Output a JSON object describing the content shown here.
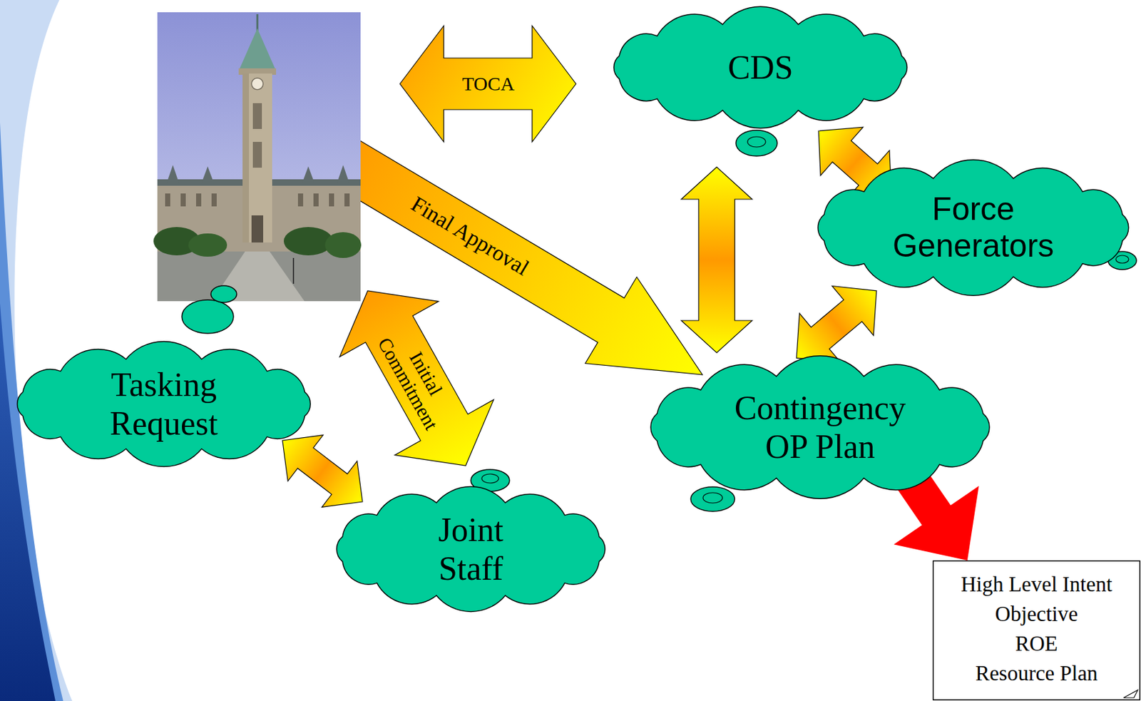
{
  "diagram": {
    "nodes": [
      {
        "text": [
          "CDS"
        ]
      },
      {
        "text": [
          "Force Generators"
        ]
      },
      {
        "text": [
          "Tasking Request"
        ]
      },
      {
        "text": [
          "Contingency OP Plan"
        ]
      },
      {
        "text": [
          "Joint Staff"
        ]
      },
      {
        "text": [
          "High Level Intent",
          "Objective",
          "ROE",
          "Resource Plan"
        ]
      }
    ],
    "edges": [
      {
        "from": 0,
        "to": 3,
        "arrow": "both"
      },
      {
        "from": 0,
        "to": 1,
        "arrow": "both"
      },
      {
        "from": 1,
        "to": 3,
        "arrow": "both"
      },
      {
        "from": 2,
        "to": 4,
        "arrow": "both"
      },
      {
        "from": 3,
        "to": 5,
        "arrow": "to"
      }
    ],
    "labels": [
      "TOCA",
      "Final Approval",
      "Initial Commitment"
    ]
  }
}
